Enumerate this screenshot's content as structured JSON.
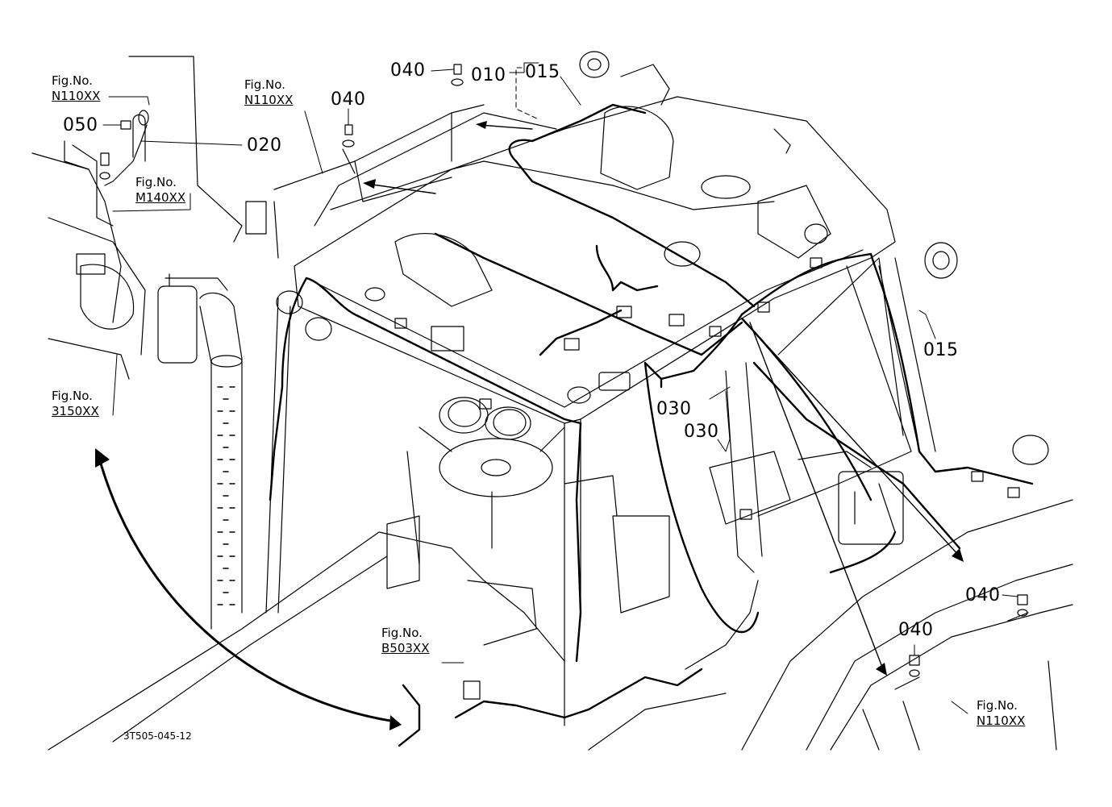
{
  "parts": {
    "p040_top": "040",
    "p010": "010",
    "p015_top": "015",
    "p040_mid": "040",
    "p050": "050",
    "p020": "020",
    "p015_right": "015",
    "p030_a": "030",
    "p030_b": "030",
    "p040_lower_a": "040",
    "p040_lower_b": "040"
  },
  "fig_refs": {
    "ref_n110_left": {
      "label": "Fig.No.",
      "number": "N110XX"
    },
    "ref_n110_top": {
      "label": "Fig.No.",
      "number": "N110XX"
    },
    "ref_m140": {
      "label": "Fig.No.",
      "number": "M140XX"
    },
    "ref_3150": {
      "label": "Fig.No.",
      "number": "3150XX"
    },
    "ref_b503": {
      "label": "Fig.No.",
      "number": "B503XX"
    },
    "ref_n110_right": {
      "label": "Fig.No.",
      "number": "N110XX"
    }
  },
  "drawing_code": "3T505-045-12"
}
